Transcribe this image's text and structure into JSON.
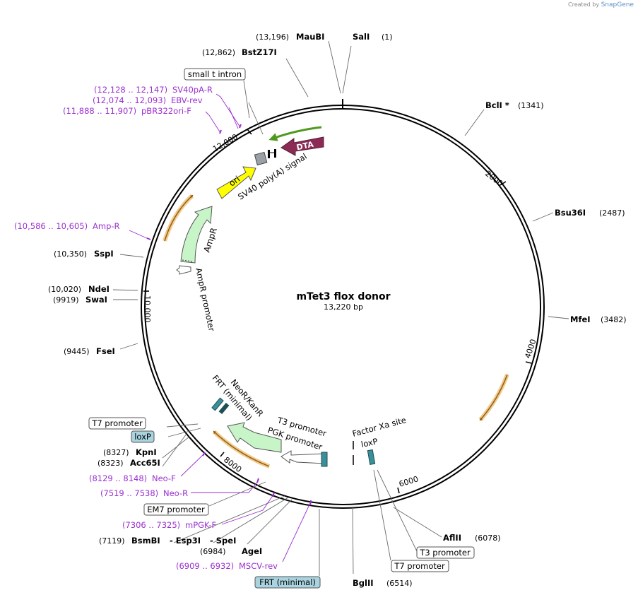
{
  "credit": {
    "created_by": "Created by",
    "brand": "SnapGene"
  },
  "plasmid": {
    "name": "mTet3 flox donor",
    "length": "13,220 bp"
  },
  "colors": {
    "backbone": "#000000",
    "primer": "#9b30d0",
    "feature_outline": "#6a6a6a",
    "orange_arrow": "#e9a03c",
    "dta": "#8a2a55",
    "ori": "#ffff00",
    "ampr": "#c8f5c8",
    "neor": "#c8f5c8",
    "green_arrow": "#4f9a1e",
    "highlight_box": "#a8d3df"
  },
  "ticks": [
    "2000",
    "4000",
    "6000",
    "8000",
    "10,000",
    "12,000"
  ],
  "sites": [
    {
      "name": "SalI",
      "pos": "(1)"
    },
    {
      "name": "MauBI",
      "pos": "(13,196)"
    },
    {
      "name": "BstZ17I",
      "pos": "(12,862)"
    },
    {
      "name": "BclI *",
      "pos": "(1341)"
    },
    {
      "name": "Bsu36I",
      "pos": "(2487)"
    },
    {
      "name": "MfeI",
      "pos": "(3482)"
    },
    {
      "name": "AflII",
      "pos": "(6078)"
    },
    {
      "name": "BglII",
      "pos": "(6514)"
    },
    {
      "name": "AgeI",
      "pos": "(6984)"
    },
    {
      "name": "BsmBI",
      "pos": "(7119)"
    },
    {
      "name": "- Esp3I",
      "pos": ""
    },
    {
      "name": "- SpeI",
      "pos": ""
    },
    {
      "name": "Acc65I",
      "pos": "(8323)"
    },
    {
      "name": "KpnI",
      "pos": "(8327)"
    },
    {
      "name": "FseI",
      "pos": "(9445)"
    },
    {
      "name": "SwaI",
      "pos": "(9919)"
    },
    {
      "name": "NdeI",
      "pos": "(10,020)"
    },
    {
      "name": "SspI",
      "pos": "(10,350)"
    }
  ],
  "primers": [
    {
      "name": "SV40pA-R",
      "range": "(12,128 .. 12,147)"
    },
    {
      "name": "EBV-rev",
      "range": "(12,074 .. 12,093)"
    },
    {
      "name": "pBR322ori-F",
      "range": "(11,888 .. 11,907)"
    },
    {
      "name": "Amp-R",
      "range": "(10,586 .. 10,605)"
    },
    {
      "name": "Neo-F",
      "range": "(8129 .. 8148)"
    },
    {
      "name": "Neo-R",
      "range": "(7519 .. 7538)"
    },
    {
      "name": "mPGK-F",
      "range": "(7306 .. 7325)"
    },
    {
      "name": "MSCV-rev",
      "range": "(6909 .. 6932)"
    }
  ],
  "boxed_labels": [
    {
      "name": "small t intron"
    },
    {
      "name": "T7 promoter"
    },
    {
      "name": "loxP"
    },
    {
      "name": "EM7 promoter"
    },
    {
      "name": "FRT (minimal)"
    },
    {
      "name": "T3 promoter"
    },
    {
      "name": "T7 promoter"
    }
  ],
  "features": [
    {
      "name": "DTA"
    },
    {
      "name": "ori"
    },
    {
      "name": "SV40 poly(A) signal"
    },
    {
      "name": "AmpR"
    },
    {
      "name": "AmpR promoter"
    },
    {
      "name": "NeoR/KanR"
    },
    {
      "name": "FRT (minimal)"
    },
    {
      "name": "T3 promoter"
    },
    {
      "name": "PGK promoter"
    },
    {
      "name": "Factor Xa site"
    },
    {
      "name": "loxP"
    }
  ]
}
